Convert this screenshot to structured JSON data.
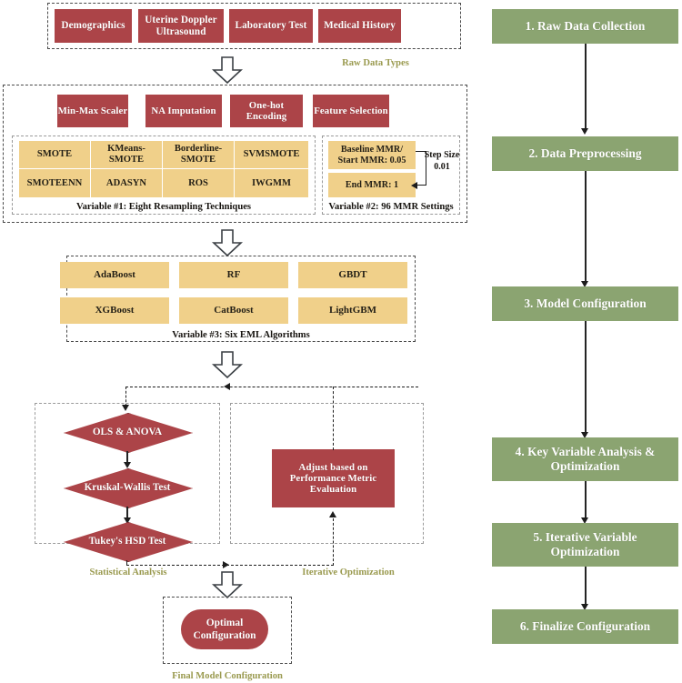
{
  "colors": {
    "maroon": "#ac4448",
    "yellow": "#f0d08a",
    "green": "#8ba471",
    "olive_caption": "#9a9a4f",
    "line": "#1d1d1d",
    "dash_group": "#4a4a4a",
    "background": "#ffffff"
  },
  "left_flow": {
    "raw_data": {
      "caption": "Raw Data Types",
      "items": [
        "Demographics",
        "Uterine Doppler Ultrasound",
        "Laboratory Test",
        "Medical History"
      ]
    },
    "preprocessing": {
      "steps": [
        "Min-Max Scaler",
        "NA Imputation",
        "One-hot Encoding",
        "Feature Selection"
      ],
      "variable1": {
        "caption": "Variable #1: Eight Resampling Techniques",
        "techniques": [
          "SMOTE",
          "KMeans-SMOTE",
          "Borderline-SMOTE",
          "SVMSMOTE",
          "SMOTEENN",
          "ADASYN",
          "ROS",
          "IWGMM"
        ]
      },
      "variable2": {
        "caption": "Variable #2: 96 MMR Settings",
        "start": "Baseline MMR/ Start MMR: 0.05",
        "end": "End MMR: 1",
        "step_label": "Step Size 0.01"
      }
    },
    "model_config": {
      "caption": "Variable #3: Six EML Algorithms",
      "algorithms": [
        "AdaBoost",
        "RF",
        "GBDT",
        "XGBoost",
        "CatBoost",
        "LightGBM"
      ]
    },
    "statistical_analysis": {
      "caption": "Statistical Analysis",
      "tests": [
        "OLS & ANOVA",
        "Kruskal-Wallis Test",
        "Tukey's HSD Test"
      ]
    },
    "iterative_optimization": {
      "caption": "Iterative Optimization",
      "box": "Adjust based on Performance Metric Evaluation"
    },
    "final": {
      "caption": "Final Model Configuration",
      "node": "Optimal Configuration"
    }
  },
  "right_stages": [
    {
      "label": "1. Raw Data Collection"
    },
    {
      "label": "2. Data Preprocessing"
    },
    {
      "label": "3. Model Configuration"
    },
    {
      "label": "4. Key Variable Analysis & Optimization"
    },
    {
      "label": "5. Iterative Variable Optimization"
    },
    {
      "label": "6. Finalize Configuration"
    }
  ]
}
